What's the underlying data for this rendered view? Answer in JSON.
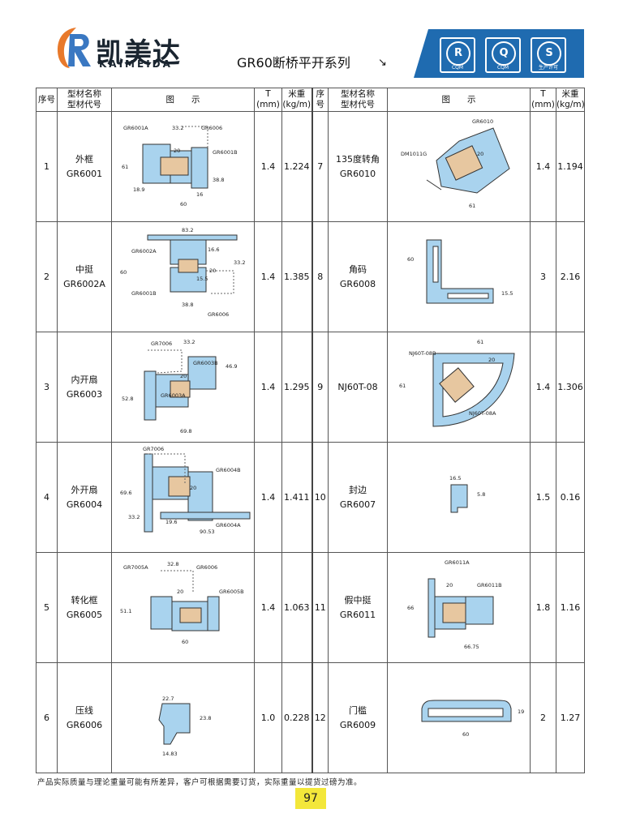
{
  "header": {
    "brand_cn": "凯美达",
    "brand_en": "KAIMEIDA",
    "series_title": "GR60断桥平开系列",
    "arrow": "↘",
    "certs": [
      {
        "glyph": "R",
        "label": "CQM"
      },
      {
        "glyph": "Q",
        "label": "CQM"
      },
      {
        "glyph": "S",
        "label": "生产许可"
      }
    ]
  },
  "columns": {
    "seq": "序号",
    "name_line1": "型材名称",
    "name_line2": "型材代号",
    "drawing": "图　　示",
    "t_line1": "T",
    "t_line2": "(mm)",
    "w_line1": "米重",
    "w_line2": "(kg/m)"
  },
  "products": [
    {
      "seq": "1",
      "name": "外框",
      "code": "GR6001",
      "t": "1.4",
      "w": "1.224",
      "dims": [
        "GR6001A",
        "33.2",
        "GR6006",
        "20",
        "GR6001B",
        "61",
        "18.9",
        "16",
        "38.8",
        "60"
      ]
    },
    {
      "seq": "2",
      "name": "中挺",
      "code": "GR6002A",
      "t": "1.4",
      "w": "1.385",
      "dims": [
        "83.2",
        "GR6002A",
        "16.6",
        "20",
        "33.2",
        "60",
        "15.5",
        "GR6001B",
        "38.8",
        "GR6006"
      ]
    },
    {
      "seq": "3",
      "name": "内开扇",
      "code": "GR6003",
      "t": "1.4",
      "w": "1.295",
      "dims": [
        "GR7006",
        "33.2",
        "GR6003B",
        "46.9",
        "20",
        "GR6003A",
        "52.8",
        "69.8"
      ]
    },
    {
      "seq": "4",
      "name": "外开扇",
      "code": "GR6004",
      "t": "1.4",
      "w": "1.411",
      "dims": [
        "GR7006",
        "GR6004B",
        "20",
        "69.6",
        "33.2",
        "GR6004A",
        "19.6",
        "90.53"
      ]
    },
    {
      "seq": "5",
      "name": "转化框",
      "code": "GR6005",
      "t": "1.4",
      "w": "1.063",
      "dims": [
        "32.8",
        "GR7005A",
        "GR6006",
        "20",
        "GR6005B",
        "51.1",
        "60"
      ]
    },
    {
      "seq": "6",
      "name": "压线",
      "code": "GR6006",
      "t": "1.0",
      "w": "0.228",
      "dims": [
        "22.7",
        "23.8",
        "14.83"
      ]
    },
    {
      "seq": "7",
      "name": "135度转角",
      "code": "GR6010",
      "t": "1.4",
      "w": "1.194",
      "dims": [
        "GR6010",
        "DM1011G",
        "20",
        "61"
      ]
    },
    {
      "seq": "8",
      "name": "角码",
      "code": "GR6008",
      "t": "3",
      "w": "2.16",
      "dims": [
        "60",
        "15.5"
      ]
    },
    {
      "seq": "9",
      "name": "NJ60T-08",
      "code": "",
      "t": "1.4",
      "w": "1.306",
      "dims": [
        "61",
        "NJ60T-08B",
        "20",
        "61",
        "NJ60T-08A"
      ]
    },
    {
      "seq": "10",
      "name": "封边",
      "code": "GR6007",
      "t": "1.5",
      "w": "0.16",
      "dims": [
        "16.5",
        "5.8"
      ]
    },
    {
      "seq": "11",
      "name": "假中挺",
      "code": "GR6011",
      "t": "1.8",
      "w": "1.16",
      "dims": [
        "GR6011A",
        "20",
        "GR6011B",
        "66",
        "66.75"
      ]
    },
    {
      "seq": "12",
      "name": "门槛",
      "code": "GR6009",
      "t": "2",
      "w": "1.27",
      "dims": [
        "19",
        "60"
      ]
    }
  ],
  "footnote": "产品实际质量与理论重量可能有所差异，客户可根据需要订货，实际重量以提货过磅为准。",
  "page_number": "97",
  "colors": {
    "brand_orange": "#e8792b",
    "brand_blue": "#3a78c2",
    "cert_blue": "#1f6bb0",
    "profile_fill": "#a9d3ee",
    "page_box": "#f3e73a"
  }
}
